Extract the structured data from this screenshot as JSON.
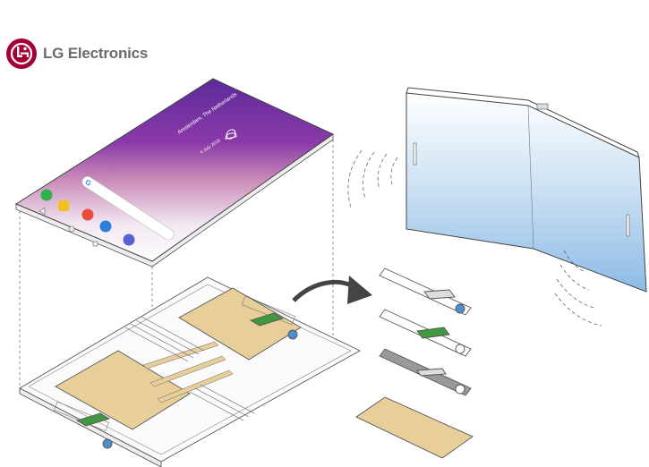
{
  "brand": {
    "name": "LG Electronics",
    "color": "#a50034"
  },
  "phone_screen": {
    "location": "Amsterdam, The Netherlands",
    "date": "4 July 2018",
    "search_letter": "G",
    "gradient_top": "#6a2fa0",
    "gradient_bottom": "#ffffff"
  },
  "colors": {
    "line": "#555555",
    "board_pad": "#e8cf9a",
    "chip_green": "#3f9a3f",
    "accent_blue": "#4a8fd0",
    "folded_screen_top": "#ffffff",
    "folded_screen_bottom": "#8fbde6"
  }
}
